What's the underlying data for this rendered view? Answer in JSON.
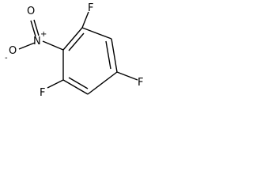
{
  "molecule": {
    "atoms": {
      "f_top": "F",
      "f_bottom_left": "F",
      "f_bottom_right": "F",
      "n": "N",
      "o_top": "O",
      "o_left": "O",
      "n_charge": "+",
      "o_charge": "-"
    }
  }
}
